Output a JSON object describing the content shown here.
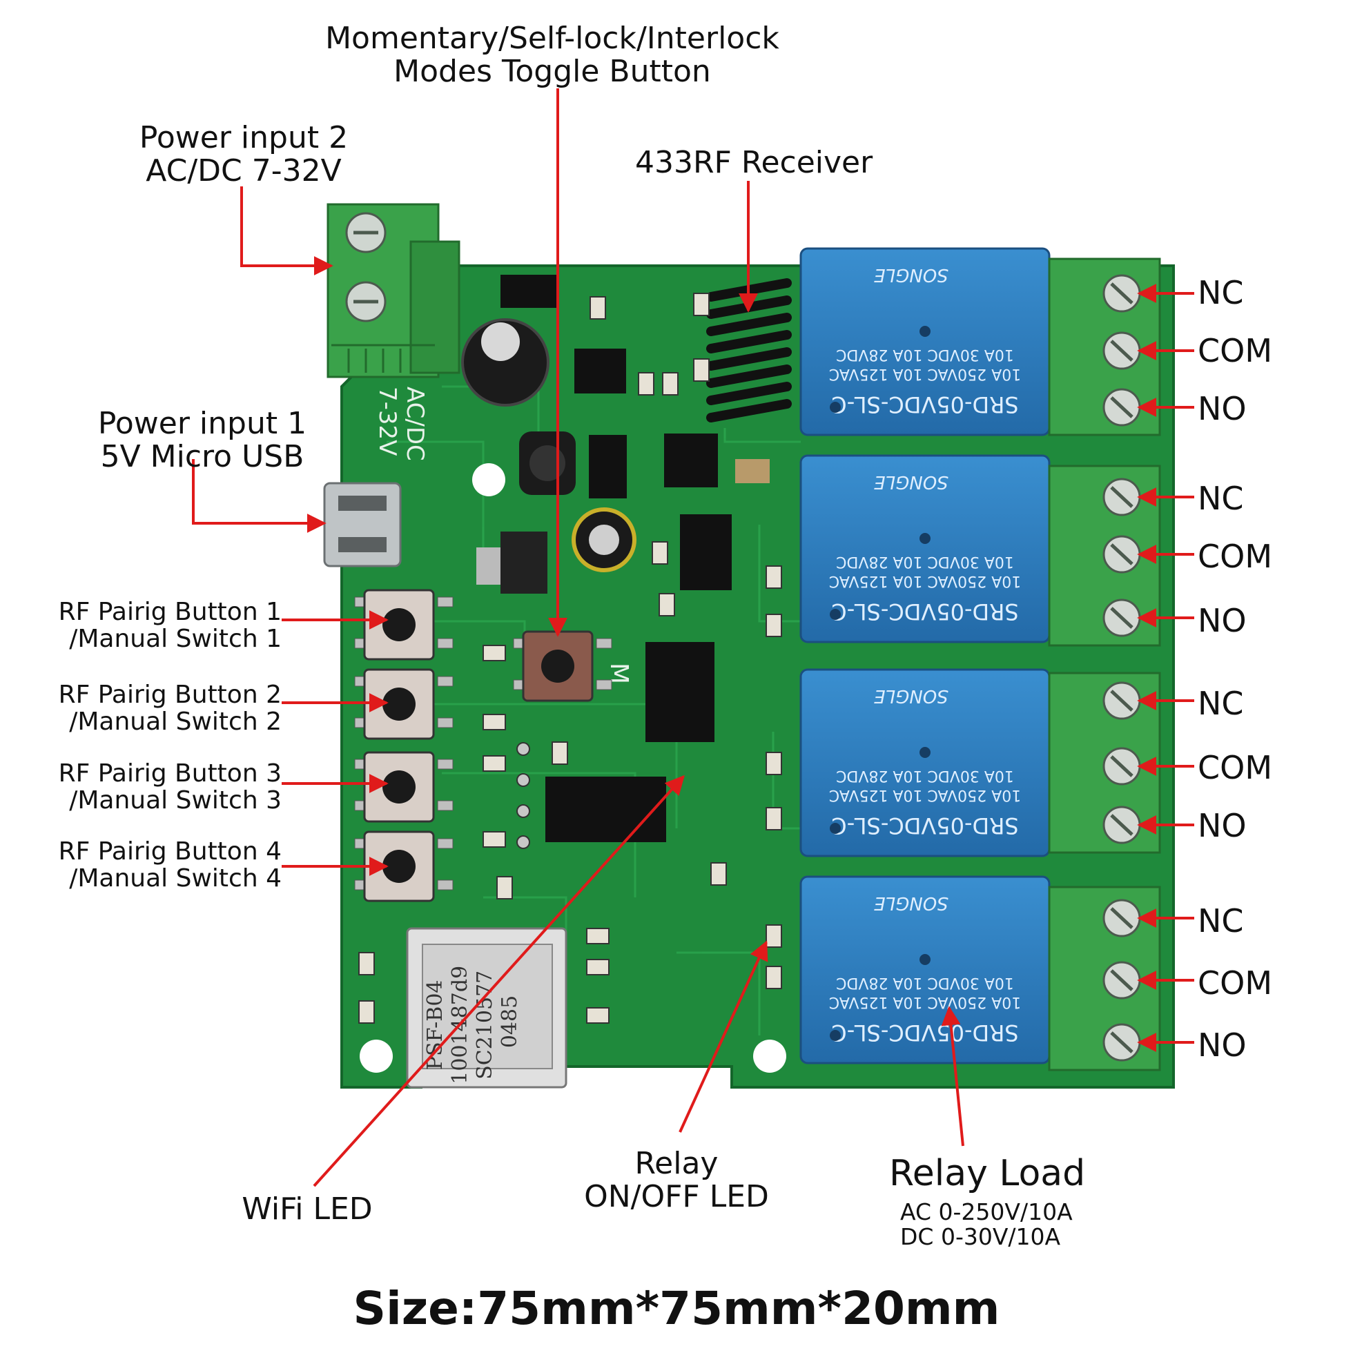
{
  "labels": {
    "toggle_button": [
      "Momentary/Self-lock/Interlock",
      "Modes Toggle Button"
    ],
    "power_input_2": [
      "Power input 2",
      "AC/DC 7-32V"
    ],
    "rf_receiver": "433RF Receiver",
    "power_input_1": [
      "Power input 1",
      "5V Micro USB"
    ],
    "rf_buttons": [
      [
        "RF Pairig Button 1",
        "/Manual Switch 1"
      ],
      [
        "RF Pairig Button 2",
        "/Manual Switch 2"
      ],
      [
        "RF Pairig Button 3",
        "/Manual Switch 3"
      ],
      [
        "RF Pairig Button 4",
        "/Manual Switch 4"
      ]
    ],
    "terminals": [
      "NC",
      "COM",
      "NO",
      "NC",
      "COM",
      "NO",
      "NC",
      "COM",
      "NO",
      "NC",
      "COM",
      "NO"
    ],
    "wifi_led": "WiFi LED",
    "relay_led": [
      "Relay",
      "ON/OFF LED"
    ],
    "relay_load": {
      "title": "Relay Load",
      "ac": "AC 0-250V/10A",
      "dc": "DC 0-30V/10A"
    },
    "size": "Size:75mm*75mm*20mm"
  },
  "board": {
    "silkscreen_power": [
      "AC/DC",
      "7-32V"
    ],
    "mode_mark": "M",
    "relay_print": {
      "model": "SRD-05VDC-SL-C",
      "line1": "10A 250VAC 10A 125VAC",
      "line2": "10A 30VDC 10A 28VDC",
      "brand": "SONGLE"
    },
    "wifi_module": [
      "PSF-B04",
      "1001487d9",
      "SC210577",
      "0485"
    ]
  },
  "colors": {
    "pcb": "#1f8a3c",
    "pcb_trace": "#2aa34c",
    "terminal": "#3aa24a",
    "relay": "#2f7fc0",
    "arrow": "#e01b1b"
  }
}
